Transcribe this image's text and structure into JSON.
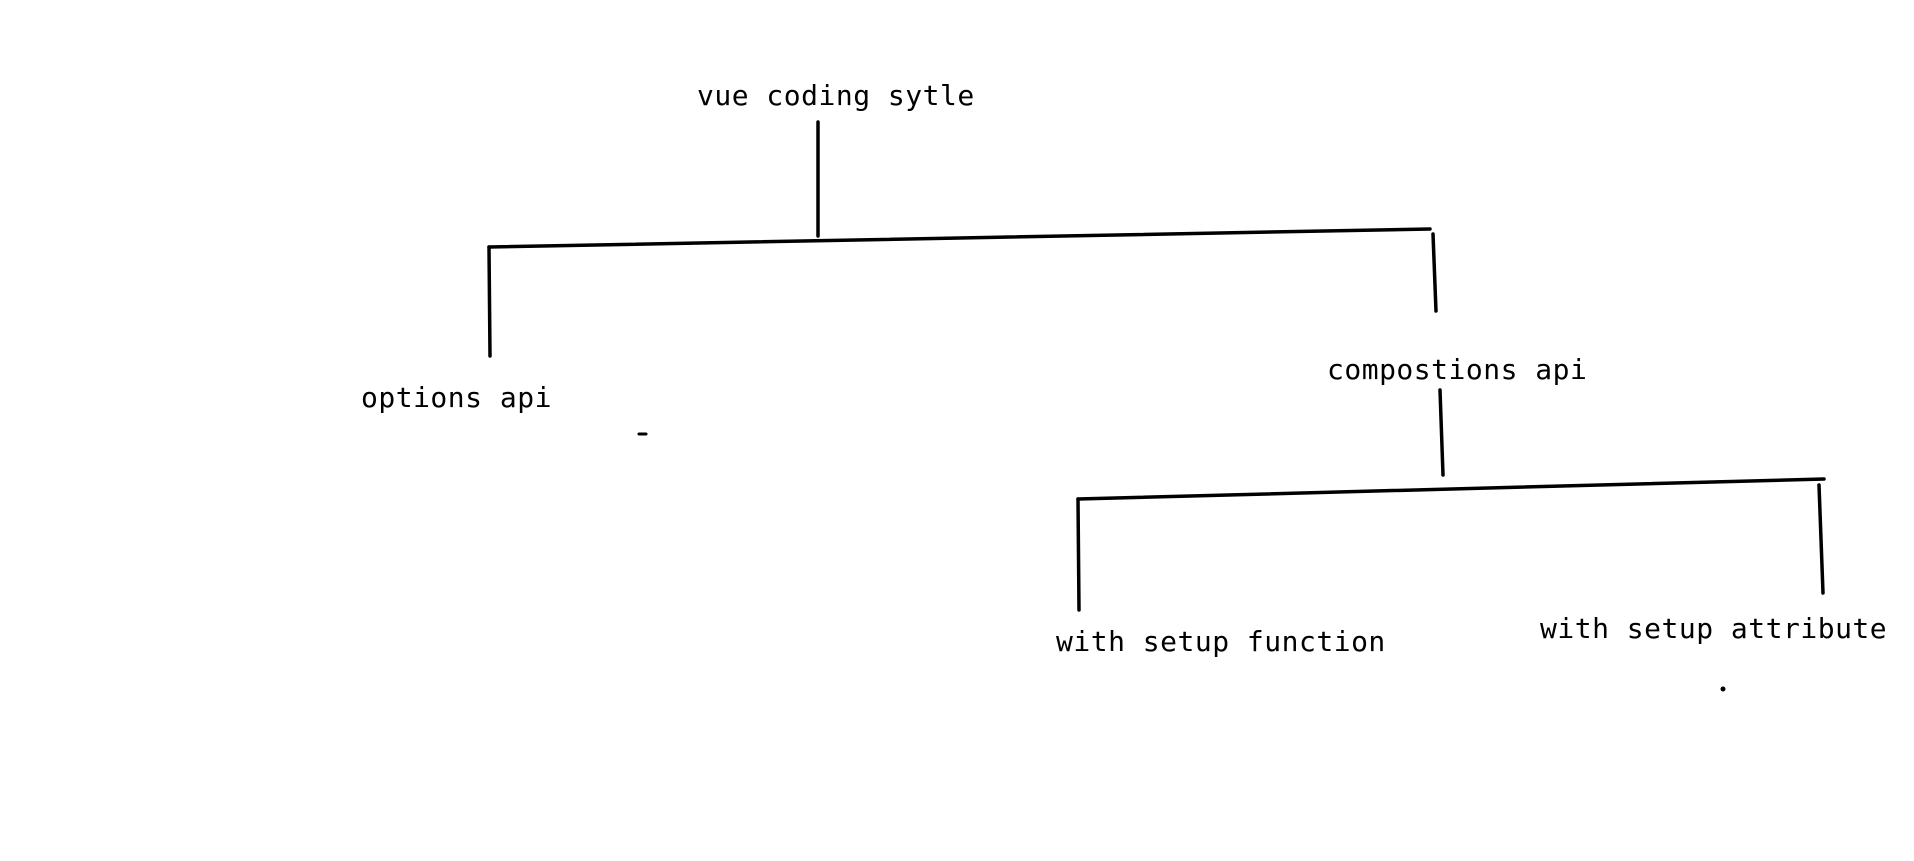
{
  "diagram": {
    "root": {
      "label": "vue coding sytle"
    },
    "children": [
      {
        "label": "options api"
      },
      {
        "label": "compostions api",
        "children": [
          {
            "label": "with setup function"
          },
          {
            "label": "with setup attribute"
          }
        ]
      }
    ]
  },
  "colors": {
    "background": "#ffffff",
    "stroke": "#000000",
    "text": "#000000"
  }
}
